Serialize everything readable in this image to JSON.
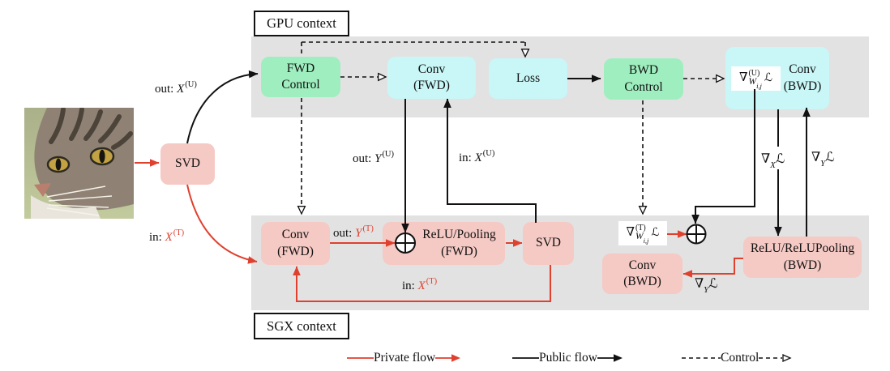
{
  "context_labels": {
    "gpu": "GPU context",
    "sgx": "SGX context"
  },
  "nodes": {
    "svd_input": "SVD",
    "fwd_control": [
      "FWD",
      "Control"
    ],
    "conv_fwd_gpu": [
      "Conv",
      "(FWD)"
    ],
    "loss": "Loss",
    "bwd_control": [
      "BWD",
      "Control"
    ],
    "conv_bwd_gpu": [
      "Conv",
      "(BWD)"
    ],
    "conv_fwd_sgx": [
      "Conv",
      "(FWD)"
    ],
    "relu_pooling_fwd": [
      "ReLU/Pooling",
      "(FWD)"
    ],
    "svd_sgx": "SVD",
    "conv_bwd_sgx": [
      "Conv",
      "(BWD)"
    ],
    "relu_relupooling_bwd": [
      "ReLU/ReLUPooling",
      "(BWD)"
    ]
  },
  "math": {
    "grad_w_u": {
      "nabla": "∇",
      "sup": "(U)",
      "base": "W",
      "index": "i,j",
      "loss": "ℒ"
    },
    "grad_w_t": {
      "nabla": "∇",
      "sup": "(T)",
      "base": "W",
      "index": "i,j",
      "loss": "ℒ"
    },
    "grad_x": {
      "nabla": "∇",
      "sub": "X",
      "loss": "ℒ"
    },
    "grad_y": {
      "nabla": "∇",
      "sub": "Y",
      "loss": "ℒ"
    }
  },
  "flow_labels": {
    "out_x_u": {
      "prefix": "out: ",
      "var": "X",
      "sup": "(U)"
    },
    "in_x_t": {
      "prefix": "in: ",
      "var": "X",
      "sup": "(T)"
    },
    "out_y_u": {
      "prefix": "out: ",
      "var": "Y",
      "sup": "(U)"
    },
    "in_x_u": {
      "prefix": "in: ",
      "var": "X",
      "sup": "(U)"
    },
    "out_y_t": {
      "prefix": "out: ",
      "var": "Y",
      "sup": "(T)"
    },
    "in_x_t_loop": {
      "prefix": "in: ",
      "var": "X",
      "sup": "(T)"
    }
  },
  "legend": {
    "private": "Private flow",
    "public": "Public flow",
    "control": "Control"
  },
  "colors": {
    "private_flow_red": "#e0402e",
    "public_flow_black": "#111111",
    "band_gray": "#e2e2e2",
    "control_node_green": "#9feebf",
    "gpu_node_cyan": "#c9f6f6",
    "sgx_node_pink": "#f5c9c4"
  }
}
